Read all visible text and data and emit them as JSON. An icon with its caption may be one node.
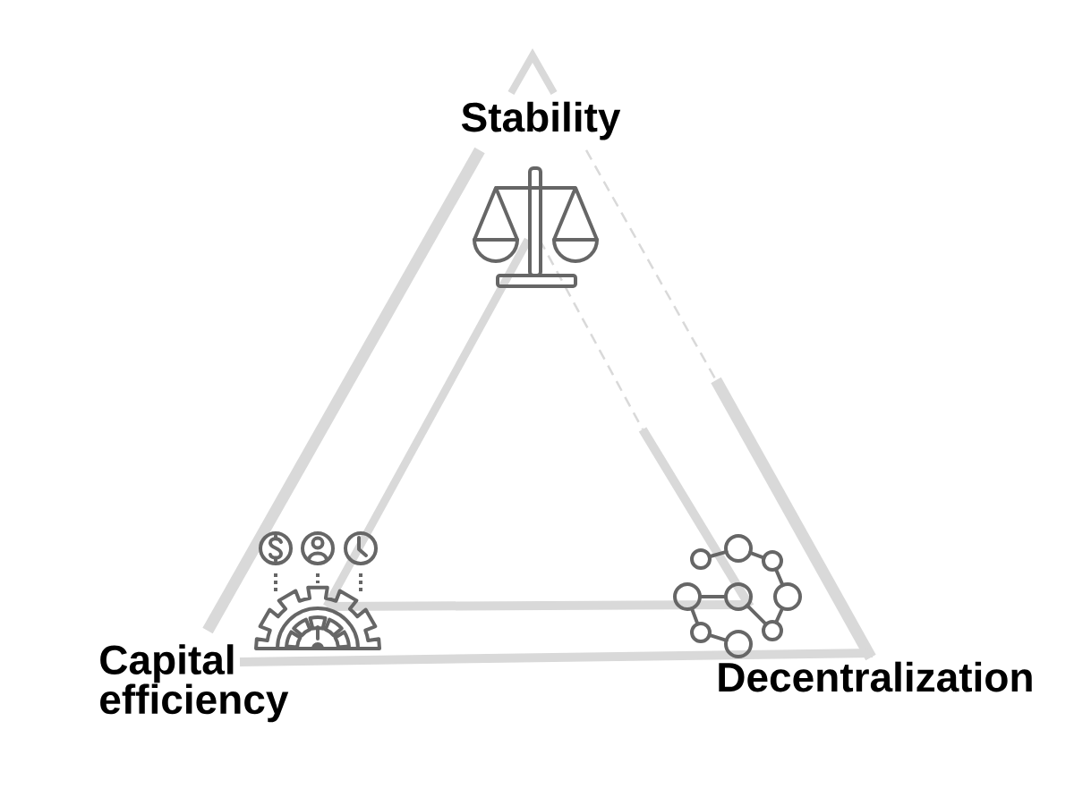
{
  "diagram": {
    "labels": [
      "Stability",
      "Capital efficiency",
      "Decentralization"
    ]
  }
}
